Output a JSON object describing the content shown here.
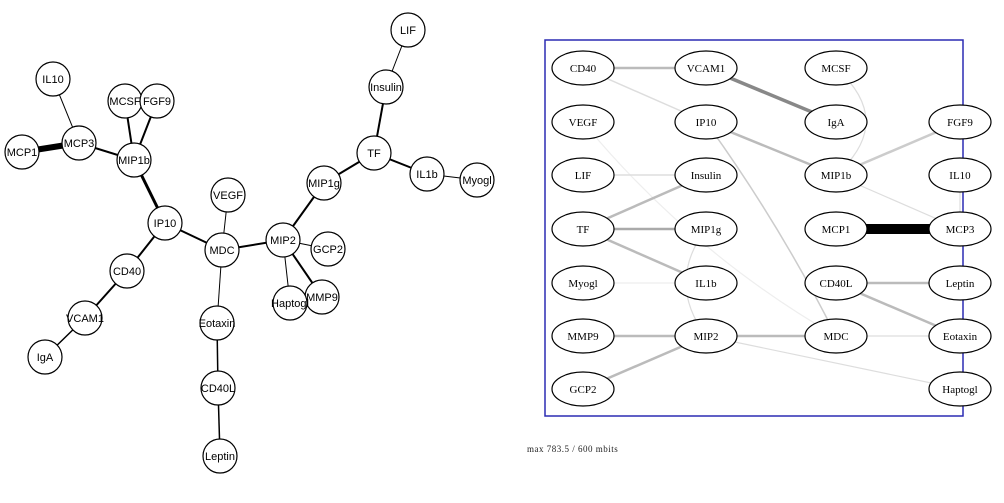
{
  "left_graph": {
    "nodes": [
      {
        "id": "LIF",
        "label": "LIF"
      },
      {
        "id": "Insulin",
        "label": "Insulin"
      },
      {
        "id": "TF",
        "label": "TF"
      },
      {
        "id": "IL1b",
        "label": "IL1b"
      },
      {
        "id": "Myogl",
        "label": "Myogl"
      },
      {
        "id": "MIP1g",
        "label": "MIP1g"
      },
      {
        "id": "MIP2",
        "label": "MIP2"
      },
      {
        "id": "GCP2",
        "label": "GCP2"
      },
      {
        "id": "MMP9",
        "label": "MMP9"
      },
      {
        "id": "Haptogl",
        "label": "Haptogl"
      },
      {
        "id": "VEGF",
        "label": "VEGF"
      },
      {
        "id": "MDC",
        "label": "MDC"
      },
      {
        "id": "Eotaxin",
        "label": "Eotaxin"
      },
      {
        "id": "CD40L",
        "label": "CD40L"
      },
      {
        "id": "Leptin",
        "label": "Leptin"
      },
      {
        "id": "IP10",
        "label": "IP10"
      },
      {
        "id": "CD40",
        "label": "CD40"
      },
      {
        "id": "VCAM1",
        "label": "VCAM1"
      },
      {
        "id": "IgA",
        "label": "IgA"
      },
      {
        "id": "MIP1b",
        "label": "MIP1b"
      },
      {
        "id": "MCSF",
        "label": "MCSF"
      },
      {
        "id": "FGF9",
        "label": "FGF9"
      },
      {
        "id": "MCP3",
        "label": "MCP3"
      },
      {
        "id": "IL10",
        "label": "IL10"
      },
      {
        "id": "MCP1",
        "label": "MCP1"
      }
    ],
    "edges": [
      {
        "source": "LIF",
        "target": "Insulin",
        "weight": 1
      },
      {
        "source": "Insulin",
        "target": "TF",
        "weight": 2
      },
      {
        "source": "TF",
        "target": "IL1b",
        "weight": 2
      },
      {
        "source": "IL1b",
        "target": "Myogl",
        "weight": 1
      },
      {
        "source": "TF",
        "target": "MIP1g",
        "weight": 2
      },
      {
        "source": "MIP1g",
        "target": "MIP2",
        "weight": 2
      },
      {
        "source": "MIP2",
        "target": "GCP2",
        "weight": 1
      },
      {
        "source": "MIP2",
        "target": "MMP9",
        "weight": 2
      },
      {
        "source": "MIP2",
        "target": "Haptogl",
        "weight": 1
      },
      {
        "source": "MIP2",
        "target": "MDC",
        "weight": 2
      },
      {
        "source": "VEGF",
        "target": "MDC",
        "weight": 1
      },
      {
        "source": "MDC",
        "target": "Eotaxin",
        "weight": 1
      },
      {
        "source": "Eotaxin",
        "target": "CD40L",
        "weight": 1.5
      },
      {
        "source": "CD40L",
        "target": "Leptin",
        "weight": 1.5
      },
      {
        "source": "IP10",
        "target": "MDC",
        "weight": 2
      },
      {
        "source": "IP10",
        "target": "CD40",
        "weight": 2
      },
      {
        "source": "CD40",
        "target": "VCAM1",
        "weight": 2
      },
      {
        "source": "VCAM1",
        "target": "IgA",
        "weight": 1.5
      },
      {
        "source": "IP10",
        "target": "MIP1b",
        "weight": 3
      },
      {
        "source": "MIP1b",
        "target": "MCSF",
        "weight": 2
      },
      {
        "source": "MIP1b",
        "target": "FGF9",
        "weight": 2
      },
      {
        "source": "MIP1b",
        "target": "MCP3",
        "weight": 2
      },
      {
        "source": "MCP3",
        "target": "IL10",
        "weight": 1
      },
      {
        "source": "MCP3",
        "target": "MCP1",
        "weight": 6
      }
    ]
  },
  "right_graph": {
    "nodes": [
      {
        "id": "CD40",
        "label": "CD40"
      },
      {
        "id": "VCAM1",
        "label": "VCAM1"
      },
      {
        "id": "MCSF",
        "label": "MCSF"
      },
      {
        "id": "VEGF",
        "label": "VEGF"
      },
      {
        "id": "IP10",
        "label": "IP10"
      },
      {
        "id": "IgA",
        "label": "IgA"
      },
      {
        "id": "FGF9",
        "label": "FGF9"
      },
      {
        "id": "LIF",
        "label": "LIF"
      },
      {
        "id": "Insulin",
        "label": "Insulin"
      },
      {
        "id": "MIP1b",
        "label": "MIP1b"
      },
      {
        "id": "IL10",
        "label": "IL10"
      },
      {
        "id": "TF",
        "label": "TF"
      },
      {
        "id": "MIP1g",
        "label": "MIP1g"
      },
      {
        "id": "MCP1",
        "label": "MCP1"
      },
      {
        "id": "MCP3",
        "label": "MCP3"
      },
      {
        "id": "Myogl",
        "label": "Myogl"
      },
      {
        "id": "IL1b",
        "label": "IL1b"
      },
      {
        "id": "CD40L",
        "label": "CD40L"
      },
      {
        "id": "Leptin",
        "label": "Leptin"
      },
      {
        "id": "MMP9",
        "label": "MMP9"
      },
      {
        "id": "MIP2",
        "label": "MIP2"
      },
      {
        "id": "MDC",
        "label": "MDC"
      },
      {
        "id": "Eotaxin",
        "label": "Eotaxin"
      },
      {
        "id": "GCP2",
        "label": "GCP2"
      },
      {
        "id": "Haptogl",
        "label": "Haptogl"
      }
    ],
    "edges": [
      {
        "source": "CD40",
        "target": "VCAM1",
        "shade": "#bbbbbb",
        "weight": 2.5,
        "curve": 0
      },
      {
        "source": "VCAM1",
        "target": "IgA",
        "shade": "#888888",
        "weight": 3.5,
        "curve": 0
      },
      {
        "source": "CD40",
        "target": "IP10",
        "shade": "#dddddd",
        "weight": 1.5,
        "curve": 0
      },
      {
        "source": "MCSF",
        "target": "MIP1b",
        "shade": "#dddddd",
        "weight": 1.2,
        "curve": -60
      },
      {
        "source": "IP10",
        "target": "MIP1b",
        "shade": "#bbbbbb",
        "weight": 2.5,
        "curve": 0
      },
      {
        "source": "VEGF",
        "target": "MDC",
        "shade": "#eeeeee",
        "weight": 1.2,
        "curve": 30
      },
      {
        "source": "IP10",
        "target": "MDC",
        "shade": "#cccccc",
        "weight": 1.5,
        "curve": -10
      },
      {
        "source": "MIP1b",
        "target": "FGF9",
        "shade": "#cccccc",
        "weight": 2.5,
        "curve": 0
      },
      {
        "source": "MIP1b",
        "target": "MCP3",
        "shade": "#dddddd",
        "weight": 1.2,
        "curve": 0
      },
      {
        "source": "IL10",
        "target": "MCP3",
        "shade": "#dddddd",
        "weight": 1.2,
        "curve": 0
      },
      {
        "source": "MCP1",
        "target": "MCP3",
        "shade": "#000000",
        "weight": 10,
        "curve": 0
      },
      {
        "source": "LIF",
        "target": "Insulin",
        "shade": "#dddddd",
        "weight": 1.5,
        "curve": 0
      },
      {
        "source": "TF",
        "target": "Insulin",
        "shade": "#bbbbbb",
        "weight": 2.5,
        "curve": 0
      },
      {
        "source": "TF",
        "target": "MIP1g",
        "shade": "#aaaaaa",
        "weight": 2.5,
        "curve": 0
      },
      {
        "source": "TF",
        "target": "IL1b",
        "shade": "#bbbbbb",
        "weight": 2.5,
        "curve": 0
      },
      {
        "source": "MIP1g",
        "target": "MIP2",
        "shade": "#dddddd",
        "weight": 1.2,
        "curve": 40
      },
      {
        "source": "Myogl",
        "target": "IL1b",
        "shade": "#eeeeee",
        "weight": 1.2,
        "curve": 0
      },
      {
        "source": "CD40L",
        "target": "Leptin",
        "shade": "#bbbbbb",
        "weight": 2.5,
        "curve": 0
      },
      {
        "source": "CD40L",
        "target": "Eotaxin",
        "shade": "#bbbbbb",
        "weight": 2.5,
        "curve": 0
      },
      {
        "source": "MDC",
        "target": "Eotaxin",
        "shade": "#dddddd",
        "weight": 1.2,
        "curve": 0
      },
      {
        "source": "MMP9",
        "target": "MIP2",
        "shade": "#bbbbbb",
        "weight": 2.5,
        "curve": 0
      },
      {
        "source": "GCP2",
        "target": "MIP2",
        "shade": "#bbbbbb",
        "weight": 2.5,
        "curve": 0
      },
      {
        "source": "MIP2",
        "target": "MDC",
        "shade": "#bbbbbb",
        "weight": 2.5,
        "curve": 0
      },
      {
        "source": "MIP2",
        "target": "Haptogl",
        "shade": "#dddddd",
        "weight": 1.2,
        "curve": 0
      }
    ],
    "frame_color": "#2b2bb3"
  },
  "caption": "max 783.5 / 600 mbits"
}
